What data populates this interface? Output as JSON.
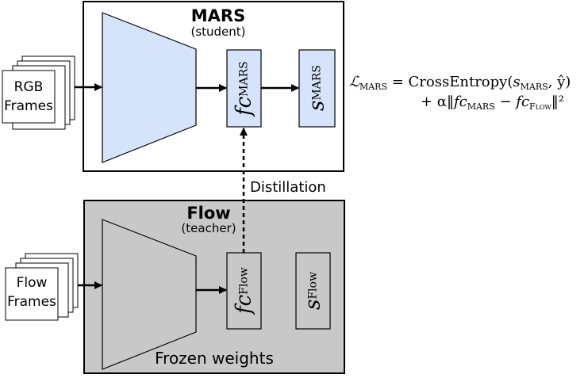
{
  "mars": {
    "title": "MARS",
    "subtitle": "(student)",
    "input_label_line1": "RGB",
    "input_label_line2": "Frames",
    "feature_label": "fc",
    "feature_sub": "MARS",
    "score_label": "s",
    "score_sub": "MARS"
  },
  "flow": {
    "title": "Flow",
    "subtitle": "(teacher)",
    "input_label_line1": "Flow",
    "input_label_line2": "Frames",
    "feature_label": "fc",
    "feature_sub": "Flow",
    "score_label": "s",
    "score_sub": "Flow",
    "footer": "Frozen weights"
  },
  "distillation_label": "Distillation",
  "loss": {
    "lhs": "ℒ",
    "lhs_sub": "MARS",
    "line1": "= CrossEntropy(",
    "line1_s": "s",
    "line1_s_sub": "MARS",
    "line1_rest": ", ŷ)",
    "line2_prefix": "+ α‖",
    "line2_fc1": "fc",
    "line2_fc1_sub": "MARS",
    "line2_mid": " − ",
    "line2_fc2": "fc",
    "line2_fc2_sub": "Flow",
    "line2_suffix": "‖²"
  },
  "colors": {
    "student_fill": "#d6e4fb",
    "teacher_fill": "#c8c8c8",
    "stroke": "#000000"
  }
}
